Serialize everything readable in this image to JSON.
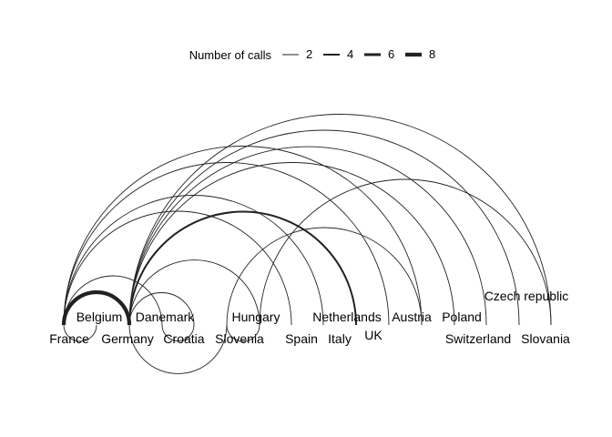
{
  "legend": {
    "title": "Number of calls",
    "items": [
      {
        "label": "2",
        "weight": 2
      },
      {
        "label": "4",
        "weight": 4
      },
      {
        "label": "6",
        "weight": 6
      },
      {
        "label": "8",
        "weight": 8
      }
    ]
  },
  "nodes": [
    {
      "id": "france",
      "label": "France"
    },
    {
      "id": "belgium",
      "label": "Belgium"
    },
    {
      "id": "germany",
      "label": "Germany"
    },
    {
      "id": "danemark",
      "label": "Danemark"
    },
    {
      "id": "croatia",
      "label": "Croatia"
    },
    {
      "id": "slovenia",
      "label": "Slovenia"
    },
    {
      "id": "hungary",
      "label": "Hungary"
    },
    {
      "id": "spain",
      "label": "Spain"
    },
    {
      "id": "netherlands",
      "label": "Netherlands"
    },
    {
      "id": "italy",
      "label": "Italy"
    },
    {
      "id": "uk",
      "label": "UK"
    },
    {
      "id": "austria",
      "label": "Austria"
    },
    {
      "id": "poland",
      "label": "Poland"
    },
    {
      "id": "switzerland",
      "label": "Switzerland"
    },
    {
      "id": "czech",
      "label": "Czech republic"
    },
    {
      "id": "slovania",
      "label": "Slovania"
    }
  ],
  "edges": [
    {
      "from": "france",
      "to": "germany",
      "calls": 8
    },
    {
      "from": "germany",
      "to": "italy",
      "calls": 4
    },
    {
      "from": "france",
      "to": "netherlands",
      "calls": 2
    },
    {
      "from": "france",
      "to": "spain",
      "calls": 2
    },
    {
      "from": "france",
      "to": "uk",
      "calls": 2
    },
    {
      "from": "france",
      "to": "austria",
      "calls": 2
    },
    {
      "from": "france",
      "to": "belgium",
      "calls": 2
    },
    {
      "from": "france",
      "to": "danemark",
      "calls": 2
    },
    {
      "from": "germany",
      "to": "switzerland",
      "calls": 2
    },
    {
      "from": "germany",
      "to": "slovania",
      "calls": 2
    },
    {
      "from": "germany",
      "to": "poland",
      "calls": 2
    },
    {
      "from": "germany",
      "to": "czech",
      "calls": 2
    },
    {
      "from": "germany",
      "to": "hungary",
      "calls": 2
    },
    {
      "from": "germany",
      "to": "croatia",
      "calls": 2
    },
    {
      "from": "germany",
      "to": "slovenia",
      "calls": 2
    },
    {
      "from": "slovenia",
      "to": "hungary",
      "calls": 2
    },
    {
      "from": "hungary",
      "to": "slovania",
      "calls": 2
    },
    {
      "from": "slovenia",
      "to": "austria",
      "calls": 2
    },
    {
      "from": "croatia",
      "to": "danemark",
      "calls": 2
    }
  ]
}
